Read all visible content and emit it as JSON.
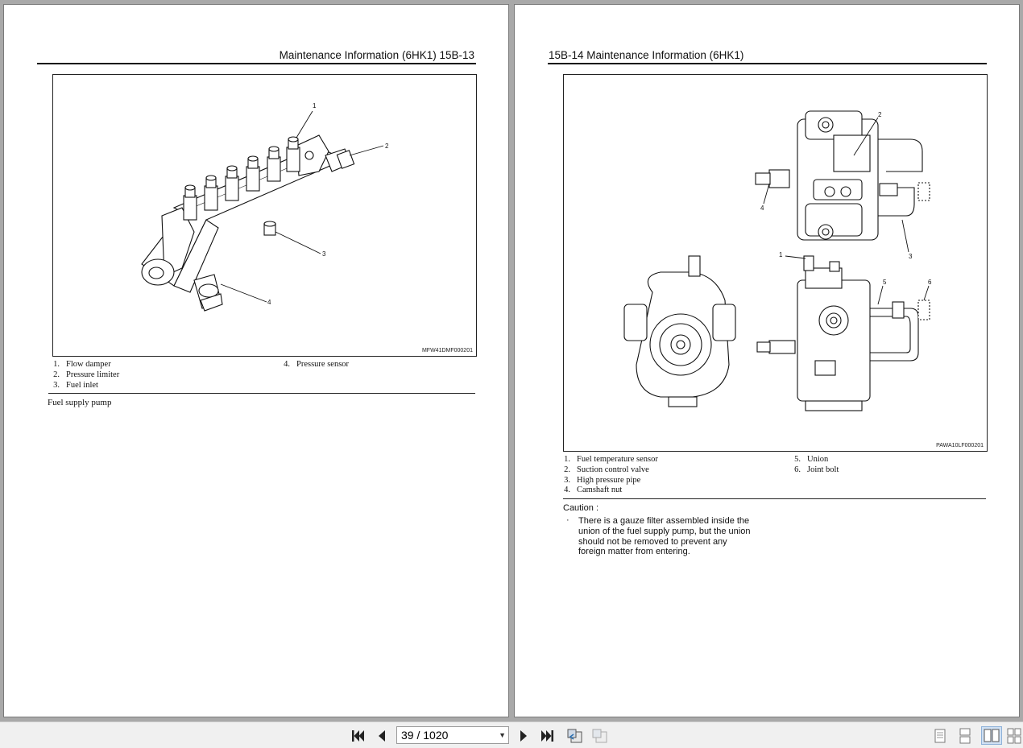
{
  "left_page": {
    "header": "Maintenance Information (6HK1)   15B-13",
    "figure_code": "MFW41DMF000201",
    "callouts": [
      "1",
      "2",
      "3",
      "4"
    ],
    "legend_left": [
      {
        "num": "1.",
        "label": "Flow damper"
      },
      {
        "num": "2.",
        "label": "Pressure limiter"
      },
      {
        "num": "3.",
        "label": "Fuel inlet"
      }
    ],
    "legend_right": [
      {
        "num": "4.",
        "label": "Pressure sensor"
      }
    ],
    "section_title": "Fuel supply pump"
  },
  "right_page": {
    "header": "15B-14   Maintenance Information (6HK1)",
    "figure_code": "PAWA10LF000201",
    "callouts": [
      "1",
      "2",
      "3",
      "4",
      "5",
      "6"
    ],
    "legend_left": [
      {
        "num": "1.",
        "label": "Fuel temperature sensor"
      },
      {
        "num": "2.",
        "label": "Suction control valve"
      },
      {
        "num": "3.",
        "label": "High pressure pipe"
      },
      {
        "num": "4.",
        "label": "Camshaft nut"
      }
    ],
    "legend_right": [
      {
        "num": "5.",
        "label": "Union"
      },
      {
        "num": "6.",
        "label": "Joint bolt"
      }
    ],
    "caution_title": "Caution :",
    "caution_bullet": "·",
    "caution_text": "There is a gauze filter assembled inside the union of the fuel supply pump, but the union should not be removed to prevent any foreign matter from entering."
  },
  "toolbar": {
    "page_indicator": "39 / 1020",
    "icons": [
      "first-page-icon",
      "prev-page-icon",
      "next-page-icon",
      "last-page-icon",
      "previous-view-icon",
      "next-view-icon",
      "single-page-icon",
      "continuous-icon",
      "two-page-icon",
      "two-page-continuous-icon"
    ]
  }
}
